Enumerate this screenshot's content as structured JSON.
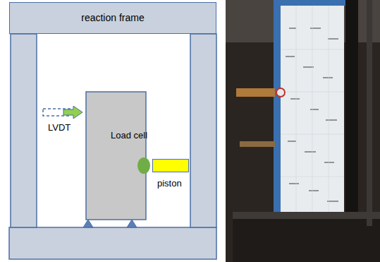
{
  "diagram": {
    "nodes": [
      {
        "text": [
          "reaction frame"
        ]
      },
      {
        "text": [
          "LVDT"
        ]
      },
      {
        "text": [
          "Load cell"
        ]
      },
      {
        "text": [
          "piston"
        ]
      }
    ]
  }
}
